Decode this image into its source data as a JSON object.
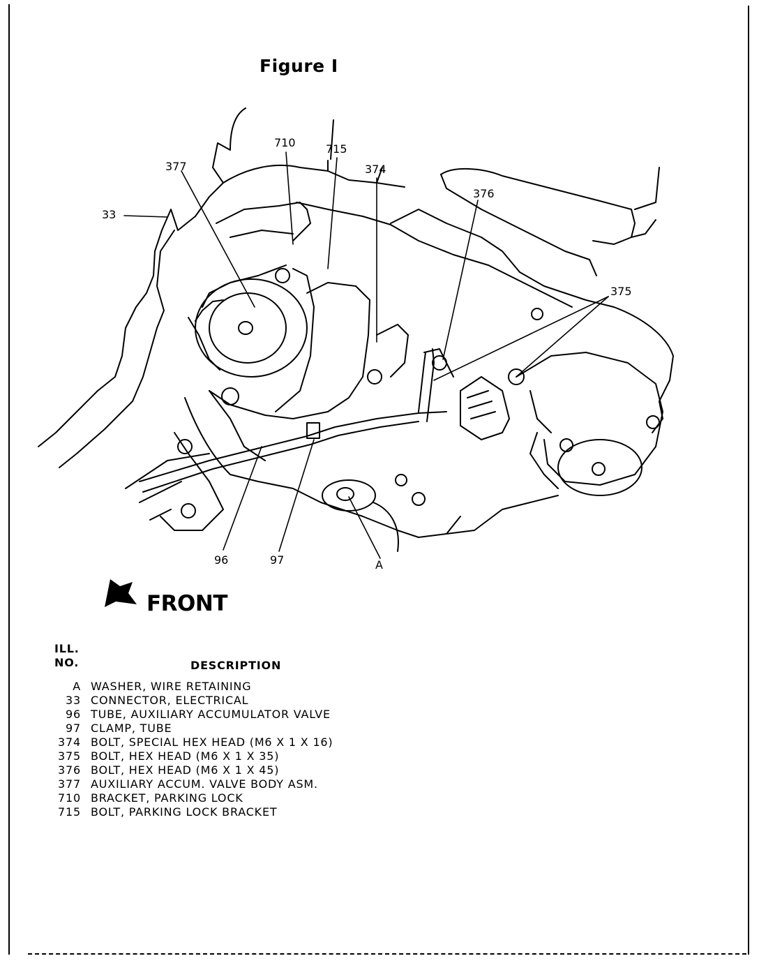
{
  "figure_title": "Figure I",
  "callouts": {
    "c33": "33",
    "c377": "377",
    "c710": "710",
    "c715": "715",
    "c374": "374",
    "c376": "376",
    "c375": "375",
    "c96": "96",
    "c97": "97",
    "cA": "A"
  },
  "front_label": "FRONT",
  "legend": {
    "header_line1": "ILL.",
    "header_line2": "NO.",
    "header_desc": "DESCRIPTION",
    "items": [
      {
        "no": "A",
        "desc": "WASHER, WIRE RETAINING"
      },
      {
        "no": "33",
        "desc": "CONNECTOR, ELECTRICAL"
      },
      {
        "no": "96",
        "desc": "TUBE, AUXILIARY ACCUMULATOR VALVE"
      },
      {
        "no": "97",
        "desc": "CLAMP, TUBE"
      },
      {
        "no": "374",
        "desc": "BOLT, SPECIAL HEX HEAD (M6 X 1 X 16)"
      },
      {
        "no": "375",
        "desc": "BOLT, HEX HEAD (M6 X 1 X 35)"
      },
      {
        "no": "376",
        "desc": "BOLT, HEX HEAD (M6 X 1 X 45)"
      },
      {
        "no": "377",
        "desc": "AUXILIARY ACCUM. VALVE BODY ASM."
      },
      {
        "no": "710",
        "desc": "BRACKET, PARKING LOCK"
      },
      {
        "no": "715",
        "desc": "BOLT, PARKING LOCK BRACKET"
      }
    ]
  }
}
